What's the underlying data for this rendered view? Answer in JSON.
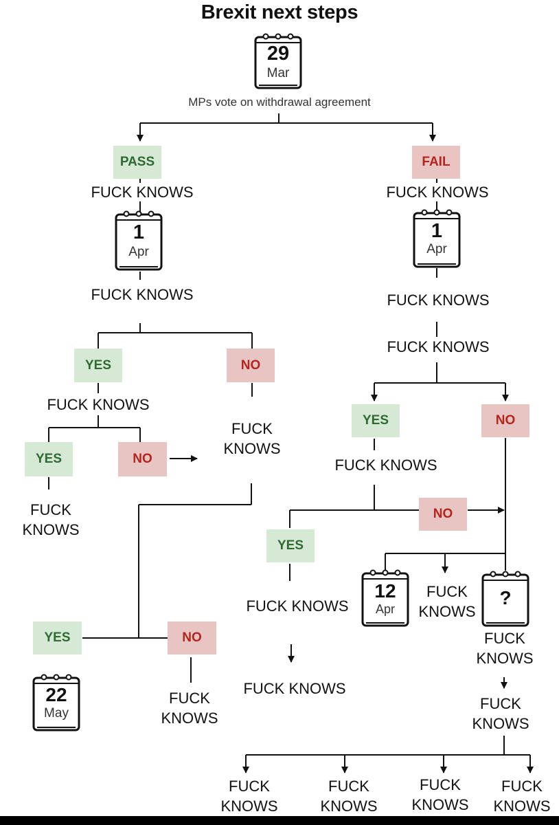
{
  "title": "Brexit next steps",
  "subtitle": "MPs vote on withdrawal agreement",
  "labels": {
    "pass": "PASS",
    "fail": "FAIL",
    "yes": "YES",
    "no": "NO",
    "question": "?"
  },
  "dates": {
    "mar29": {
      "day": "29",
      "month": "Mar"
    },
    "apr1_left": {
      "day": "1",
      "month": "Apr"
    },
    "apr1_right": {
      "day": "1",
      "month": "Apr"
    },
    "apr12": {
      "day": "12",
      "month": "Apr"
    },
    "may22": {
      "day": "22",
      "month": "May"
    }
  },
  "outcomes": {
    "fk_pass": "FUCK KNOWS",
    "fk_fail": "FUCK KNOWS",
    "fk_left_apr": "FUCK KNOWS",
    "fk_right_apr": "FUCK KNOWS",
    "fk_right_2": "FUCK KNOWS",
    "fk_left_yes": "FUCK KNOWS",
    "fk_left_no": "FUCK\nKNOWS",
    "fk_left_yes_yes": "FUCK\nKNOWS",
    "fk_right_yes": "FUCK KNOWS",
    "fk_mid_yes": "FUCK KNOWS",
    "fk_mid_down": "FUCK KNOWS",
    "fk_arrow_mid": "FUCK\nKNOWS",
    "fk_question": "FUCK\nKNOWS",
    "fk_question_2": "FUCK\nKNOWS",
    "fk_lower_no": "FUCK\nKNOWS",
    "fk_bottom_1": "FUCK\nKNOWS",
    "fk_bottom_2": "FUCK\nKNOWS",
    "fk_bottom_3": "FUCK\nKNOWS",
    "fk_bottom_4": "FUCK\nKNOWS"
  }
}
